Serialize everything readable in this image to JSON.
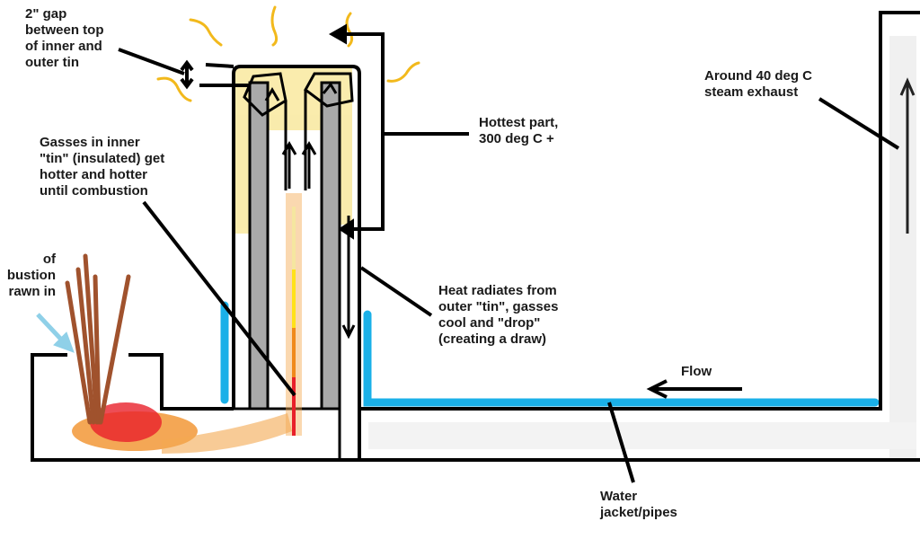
{
  "title": "Wood gas stove with water jacket diagram",
  "labels": {
    "gap": "2\" gap\nbetween top\nof inner and\nouter tin",
    "gasses": "Gasses in inner\n\"tin\" (insulated) get\nhotter and hotter\nuntil combustion",
    "air": "of\nbustion\nrawn in",
    "hottest": "Hottest part,\n300 deg C +",
    "radiates": "Heat radiates from\nouter \"tin\", gasses\ncool and \"drop\"\n(creating a draw)",
    "exhaust": "Around 40 deg C\nsteam exhaust",
    "flow": "Flow",
    "water": "Water\njacket/pipes"
  },
  "colors": {
    "outline": "#000000",
    "water": "#1ab0e8",
    "inner_tin": "#a9a9a9",
    "heat_squiggle": "#f2b91c",
    "wood": "#a0522d",
    "fire_red": "#e8202a",
    "fire_orange": "#f08a1c",
    "flame_yellow": "#ffe21a",
    "air_arrow": "#8fd0e8",
    "steam": "#d8d8d8"
  }
}
